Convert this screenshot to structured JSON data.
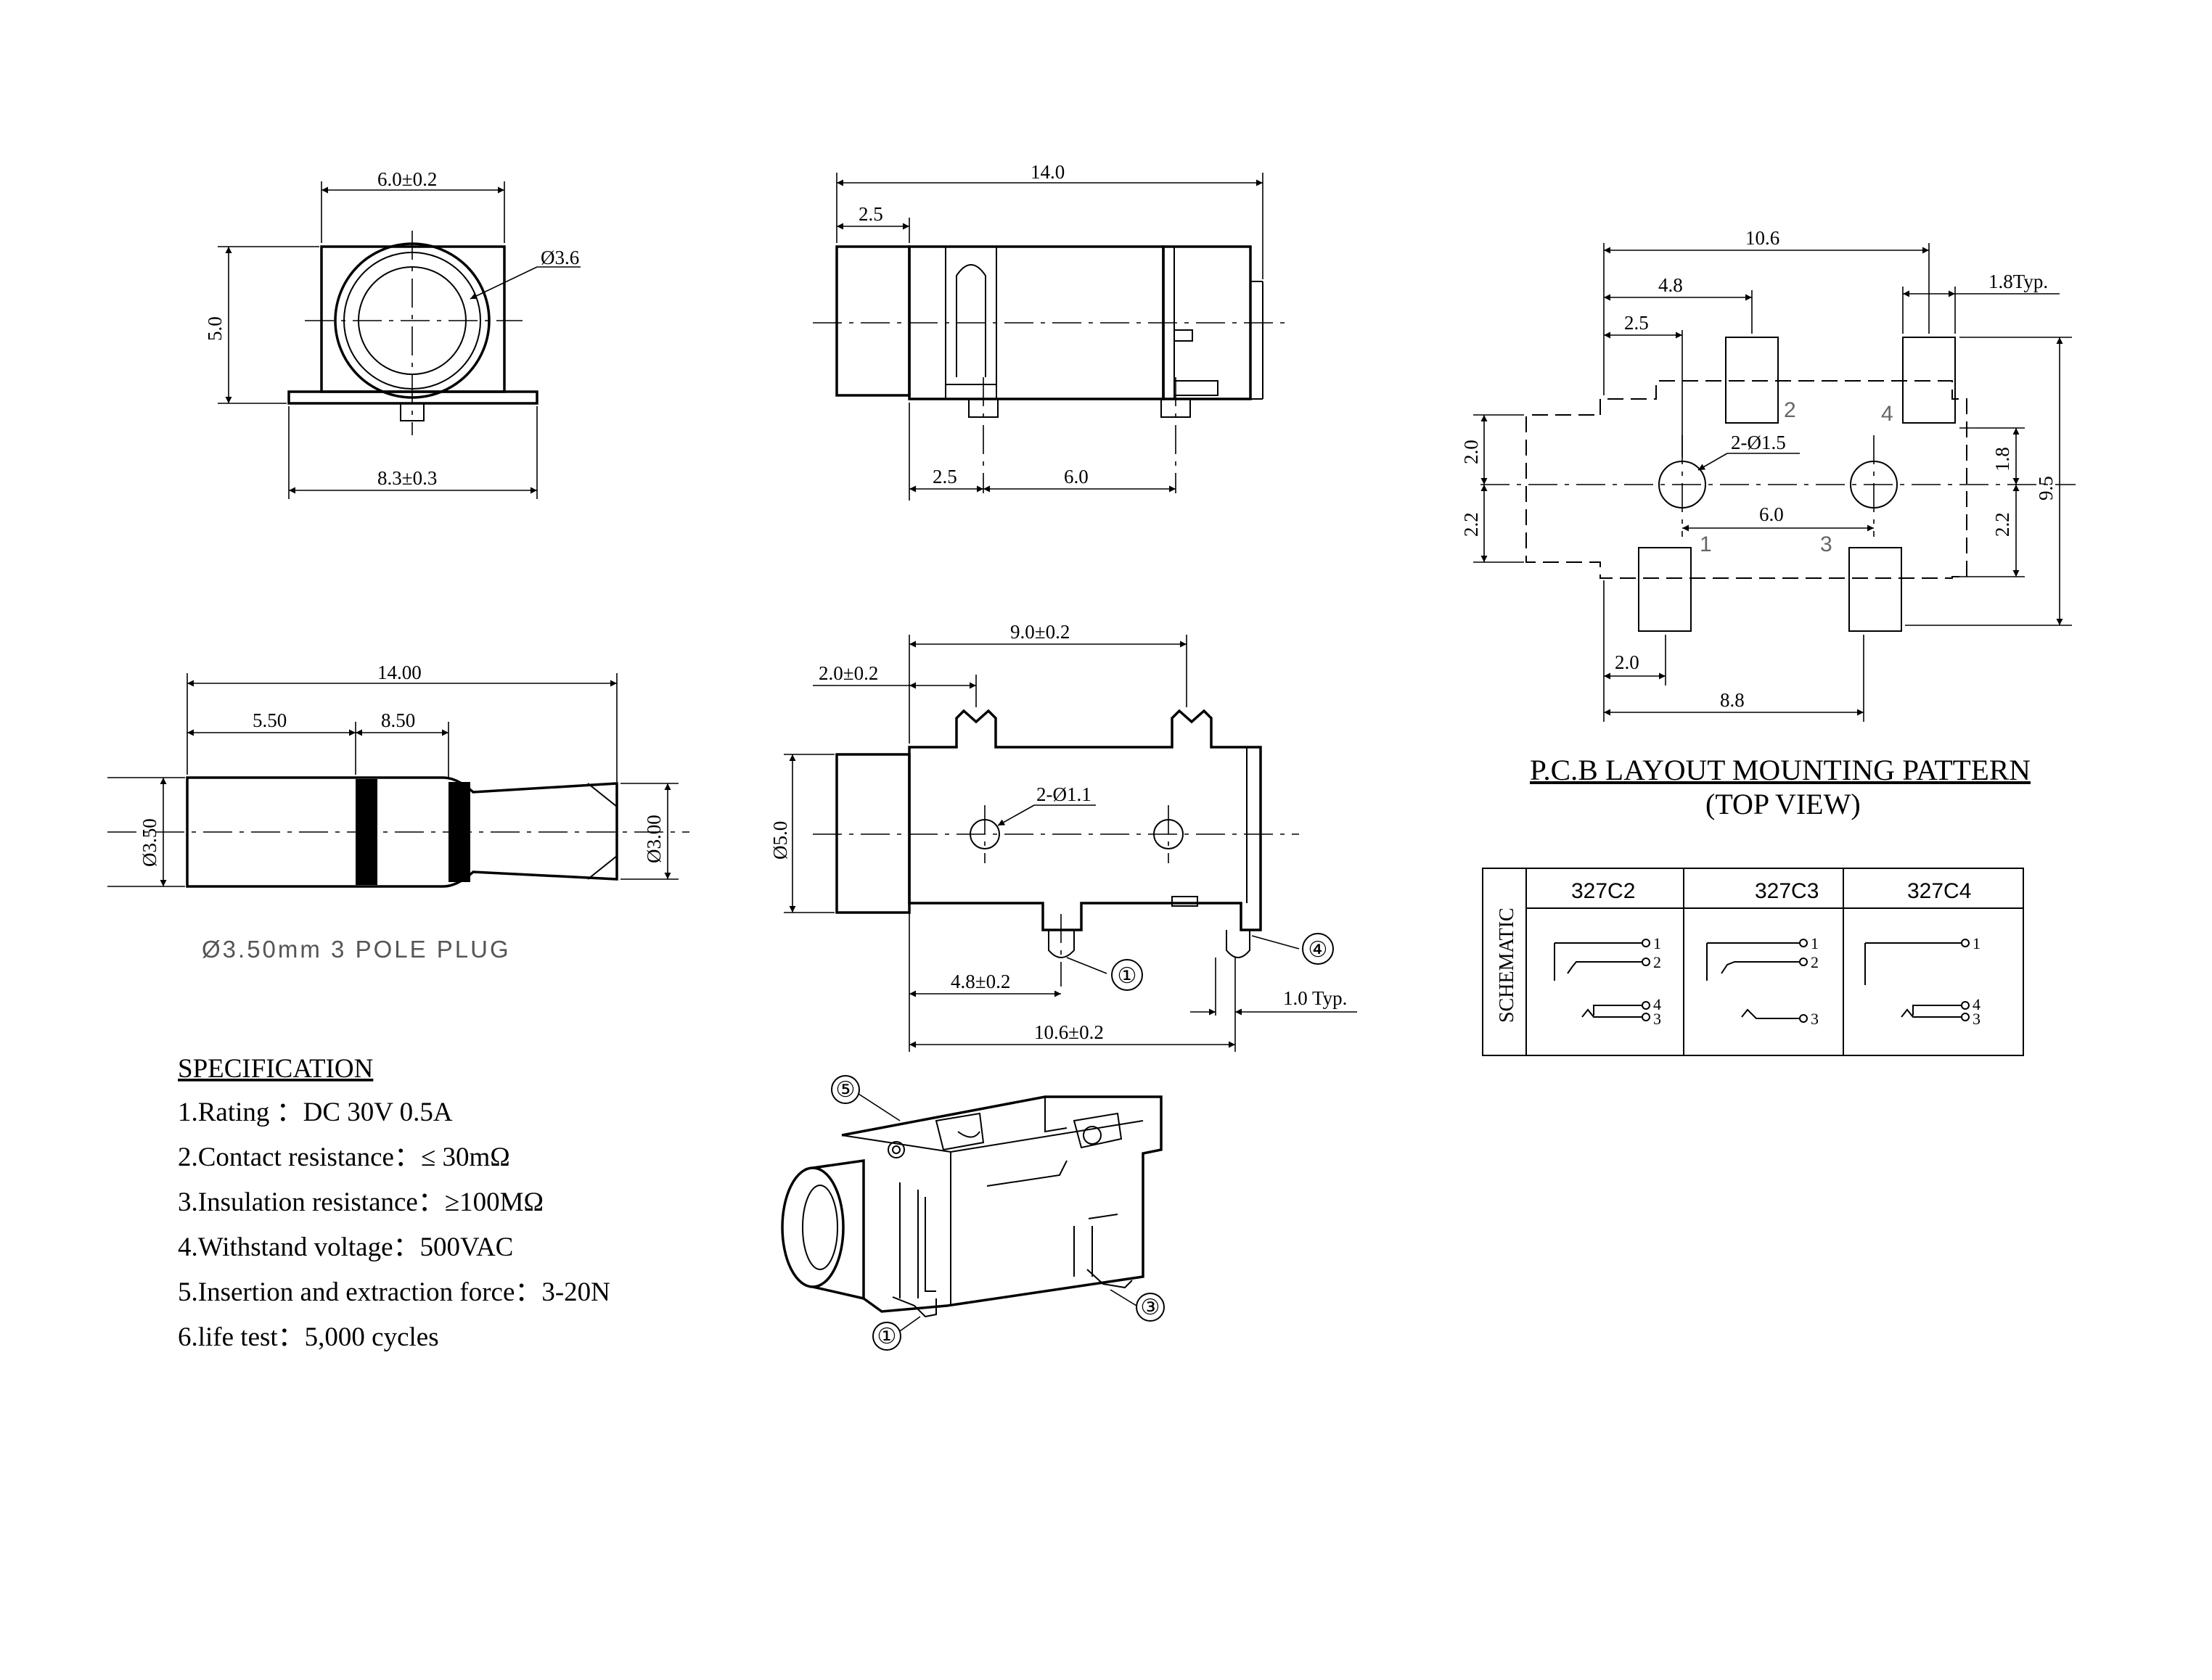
{
  "dims": {
    "front_width": "6.0±0.2",
    "front_height": "5.0",
    "front_bore": "Ø3.6",
    "front_base": "8.3±0.3",
    "side_length": "14.0",
    "side_nose": "2.5",
    "side_pin_a": "2.5",
    "side_pin_b": "6.0",
    "plug_length": "14.00",
    "plug_seg1": "5.50",
    "plug_seg2": "8.50",
    "plug_dia": "Ø3.50",
    "plug_tip_dia": "Ø3.00",
    "bot_span": "9.0±0.2",
    "bot_offset": "2.0±0.2",
    "bot_holes": "2-Ø1.1",
    "bot_dia": "Ø5.0",
    "bot_pin": "4.8±0.2",
    "bot_total": "10.6±0.2",
    "bot_pin_width": "1.0 Typ.",
    "pcb_width": "10.6",
    "pcb_4_8": "4.8",
    "pcb_2_5": "2.5",
    "pcb_pad": "1.8Typ.",
    "pcb_holes": "2-Ø1.5",
    "pcb_2_0_left": "2.0",
    "pcb_2_2_left": "2.2",
    "pcb_1_8_right": "1.8",
    "pcb_2_2_right": "2.2",
    "pcb_height": "9.5",
    "pcb_6_0": "6.0",
    "pcb_2_0_bottom": "2.0",
    "pcb_8_8": "8.8"
  },
  "plug_caption": "Ø3.50mm  3  POLE  PLUG",
  "pcb_title": "P.C.B LAYOUT MOUNTING PATTERN",
  "pcb_subtitle": "(TOP VIEW)",
  "pcb_pins": [
    "1",
    "2",
    "3",
    "4"
  ],
  "pin_callouts": [
    "①",
    "④",
    "⑤",
    "①",
    "③"
  ],
  "specification": {
    "heading": "SPECIFICATION",
    "items": [
      "1.Rating  ：DC 30V 0.5A",
      "2.Contact resistance：≤ 30mΩ",
      "3.Insulation resistance：≥100MΩ",
      "4.Withstand voltage：500VAC",
      "5.Insertion and extraction force：3-20N",
      "6.life test：5,000 cycles"
    ]
  },
  "schematic": {
    "label": "SCHEMATIC",
    "models": [
      "327C2",
      "327C3",
      "327C4"
    ],
    "pins": [
      "1",
      "2",
      "4",
      "3"
    ]
  }
}
